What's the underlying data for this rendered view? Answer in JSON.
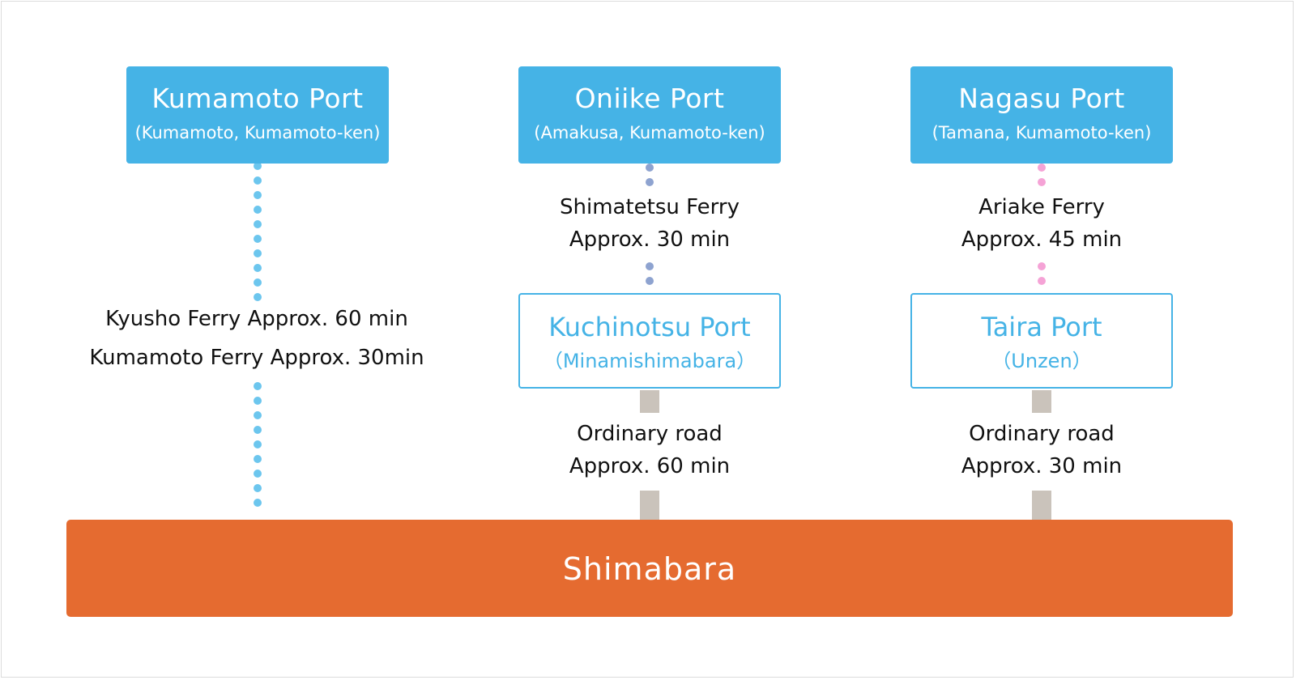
{
  "colors": {
    "port_blue": "#45b3e6",
    "destination_orange": "#e56b30",
    "road_gray": "#cac3bb",
    "kyusho_dots": "#6cc6ee",
    "shimatetsu_dots": "#8ea3d0",
    "ariake_dots": "#f5a3d6"
  },
  "origins": [
    {
      "name": "Kumamoto Port",
      "sub": "(Kumamoto, Kumamoto-ken)"
    },
    {
      "name": "Oniike Port",
      "sub": "(Amakusa, Kumamoto-ken)"
    },
    {
      "name": "Nagasu Port",
      "sub": "(Tamana, Kumamoto-ken)"
    }
  ],
  "ferries": [
    {
      "line1": "Kyusho Ferry Approx. 60 min",
      "line2": "Kumamoto Ferry Approx. 30min"
    },
    {
      "line1": "Shimatetsu Ferry",
      "line2": "Approx. 30 min"
    },
    {
      "line1": "Ariake Ferry",
      "line2": "Approx. 45 min"
    }
  ],
  "intermediate_ports": [
    {
      "name": "Kuchinotsu Port",
      "sub": "（Minamishimabara）"
    },
    {
      "name": "Taira Port",
      "sub": "（Unzen）"
    }
  ],
  "roads": [
    {
      "line1": "Ordinary road",
      "line2": "Approx. 60 min"
    },
    {
      "line1": "Ordinary road",
      "line2": "Approx. 30 min"
    }
  ],
  "destination": {
    "name": "Shimabara"
  }
}
